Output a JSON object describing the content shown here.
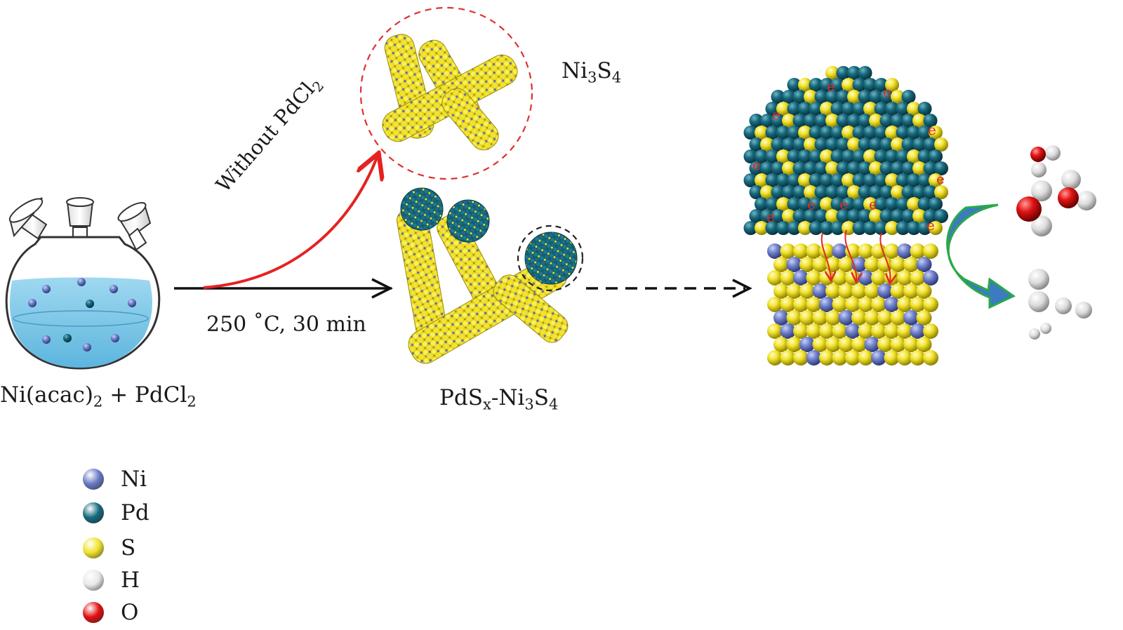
{
  "labels": {
    "ni3s4": {
      "base": "Ni",
      "sub1": "3",
      "mid": "S",
      "sub2": "4"
    },
    "precursor": {
      "p1": "Ni(acac)",
      "s1": "2",
      "p2": " + PdCl",
      "s2": "2"
    },
    "product": {
      "p1": "PdS",
      "s1": "x",
      "p2": "-Ni",
      "s2": "3",
      "p3": "S",
      "s3": "4"
    },
    "condition": "250 ˚C, 30 min",
    "without": {
      "p1": "Without PdCl",
      "s1": "2"
    },
    "electron": "e"
  },
  "legend": [
    {
      "label": "Ni",
      "color": "#6a7bc4"
    },
    {
      "label": "Pd",
      "color": "#16697e"
    },
    {
      "label": "S",
      "color": "#f0e22c"
    },
    {
      "label": "H",
      "color": "#e8e8e8"
    },
    {
      "label": "O",
      "color": "#e01010"
    }
  ],
  "colors": {
    "ni": "#6a7bc4",
    "pd": "#16697e",
    "s": "#f0e22c",
    "h": "#e8e8e8",
    "o": "#e01010",
    "red_arrow": "#e52222",
    "black_arrow": "#111111",
    "dash_circle_red": "#e23030",
    "curved_arrow": "#3b7bbf",
    "curved_arrow_edge": "#2aa84a",
    "solution": "#7cc8ea"
  }
}
